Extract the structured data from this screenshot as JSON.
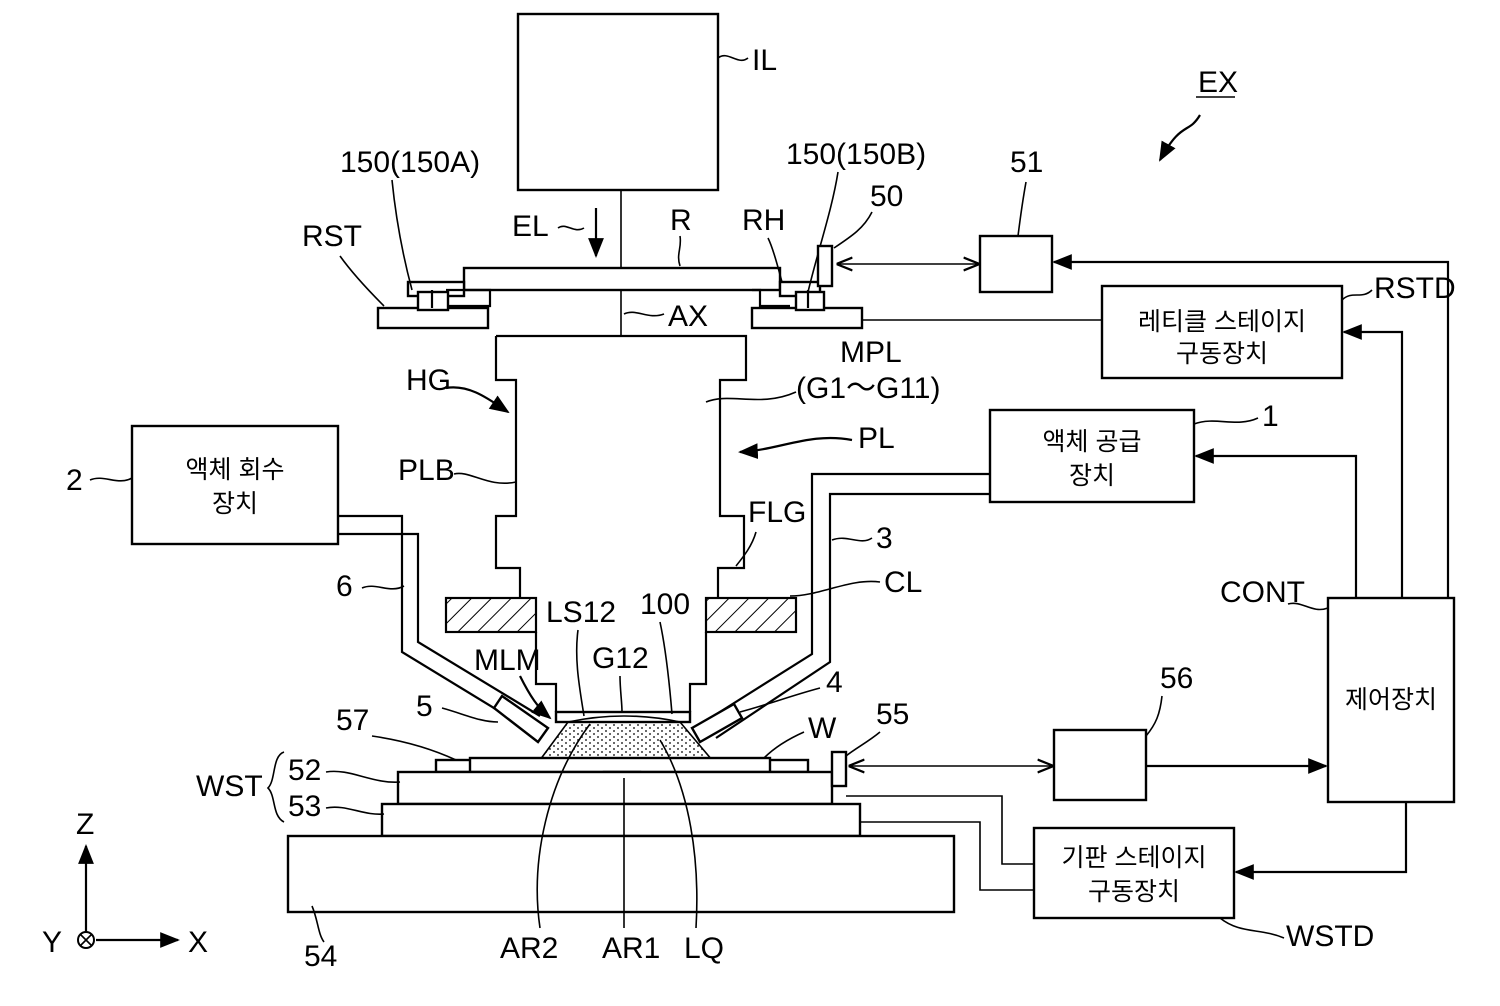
{
  "labels": {
    "IL": "IL",
    "EX": "EX",
    "l150A": "150(150A)",
    "l150B": "150(150B)",
    "RST": "RST",
    "EL": "EL",
    "R": "R",
    "RH": "RH",
    "l50": "50",
    "l51": "51",
    "AX": "AX",
    "RSTD": "RSTD",
    "MPL": "MPL",
    "MPL_sub": "(G1～G11)",
    "HG": "HG",
    "PL": "PL",
    "PLB": "PLB",
    "l1": "1",
    "l2": "2",
    "l3": "3",
    "l4": "4",
    "l5": "5",
    "l6": "6",
    "FLG": "FLG",
    "CL": "CL",
    "CONT": "CONT",
    "LS12": "LS12",
    "l100": "100",
    "G12": "G12",
    "MLM": "MLM",
    "l56": "56",
    "l57": "57",
    "l55": "55",
    "W": "W",
    "WST": "WST",
    "l52": "52",
    "l53": "53",
    "l54": "54",
    "AR2": "AR2",
    "AR1": "AR1",
    "LQ": "LQ",
    "WSTD": "WSTD",
    "axisZ": "Z",
    "axisY": "Y",
    "axisX": "X"
  },
  "boxes": {
    "reticle_drive_l1": "레티클 스테이지",
    "reticle_drive_l2": "구동장치",
    "liquid_supply_l1": "액체 공급",
    "liquid_supply_l2": "장치",
    "liquid_recovery_l1": "액체 회수",
    "liquid_recovery_l2": "장치",
    "controller": "제어장치",
    "substrate_drive_l1": "기판 스테이지",
    "substrate_drive_l2": "구동장치"
  }
}
